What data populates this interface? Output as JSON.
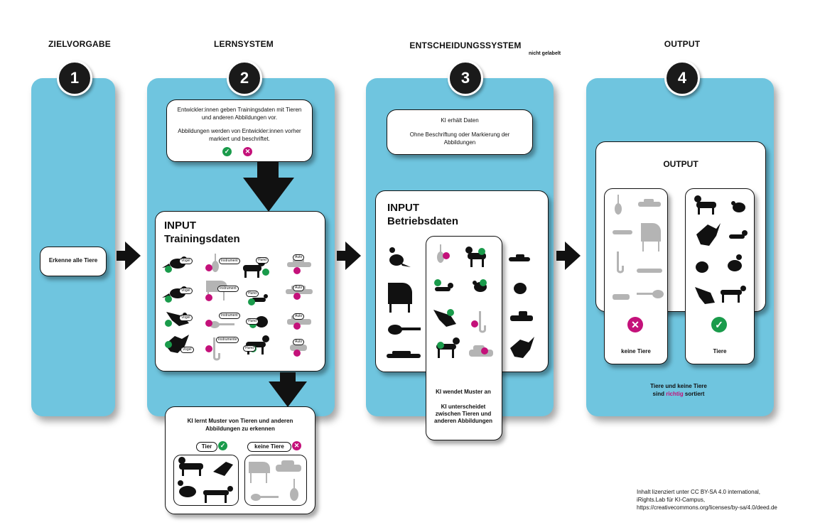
{
  "stages": [
    {
      "number": "1",
      "title": "ZIELVORGABE"
    },
    {
      "number": "2",
      "title": "LERNSYSTEM"
    },
    {
      "number": "3",
      "title": "ENTSCHEIDUNGSSYSTEM"
    },
    {
      "number": "4",
      "title": "OUTPUT"
    }
  ],
  "note_unlabeled": "nicht gelabelt",
  "goal_text": "Erkenne alle Tiere",
  "learning": {
    "dev_line1": "Entwickler:innen geben Trainingsdaten mit Tieren und anderen Abbildungen vor.",
    "dev_line2": "Abbildungen werden von Entwickler:innen vorher markiert und beschriftet.",
    "input_label": "INPUT",
    "input_sub": "Trainingsdaten",
    "tags": {
      "vogel": "Vogel",
      "hund": "Hund",
      "instrument": "Instrument",
      "auto": "Auto",
      "instrumente": "Instrumente"
    },
    "learn_text": "KI lernt Muster von Tieren und anderen Abbildungen zu erkennen",
    "tier_label": "Tier",
    "keine_label": "keine Tiere"
  },
  "decision": {
    "receives_line1": "KI erhält Daten",
    "receives_line2": "Ohne Beschriftung oder Markierung der Abbildungen",
    "input_label": "INPUT",
    "input_sub": "Betriebsdaten",
    "applies_line1": "KI wendet Muster an",
    "applies_line2": "KI unterscheidet zwischen Tieren und anderen Abbildungen"
  },
  "output": {
    "title": "OUTPUT",
    "left_label": "keine Tiere",
    "right_label": "Tiere",
    "summary_pre": "Tiere und keine Tiere",
    "summary_mid_pre": "sind ",
    "summary_highlight": "richtig",
    "summary_post": " sortiert"
  },
  "colors": {
    "panel": "#6fc5df",
    "tick": "#1a9b4b",
    "cross": "#c4117a",
    "silhouette": "#111111",
    "grey": "#b4b4b4"
  },
  "icons": [
    "check-icon",
    "cross-icon",
    "bird-icon",
    "dog-icon",
    "piano-icon",
    "guitar-icon",
    "violin-icon",
    "saxophone-icon",
    "car-icon"
  ],
  "license": {
    "line1": "Inhalt lizenziert unter CC BY-SA 4.0 international,",
    "line2": "iRights.Lab für KI-Campus,",
    "line3": "https://creativecommons.org/licenses/by-sa/4.0/deed.de"
  }
}
